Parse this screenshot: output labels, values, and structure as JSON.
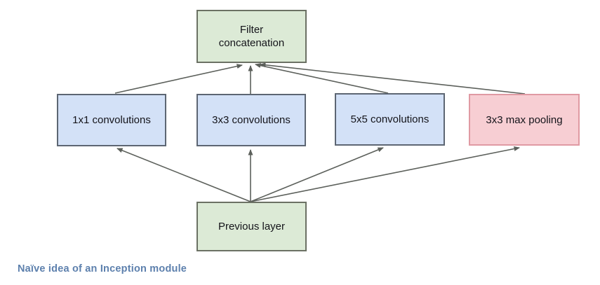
{
  "diagram": {
    "caption": "Naïve idea of an Inception module",
    "colors": {
      "background": "#ffffff",
      "arrow": "#5c605b",
      "caption": "#5d80ad",
      "green_fill": "#dcead6",
      "green_border": "#6b7164",
      "blue_fill": "#d3e1f7",
      "blue_border": "#5d6673",
      "pink_fill": "#f7ced3",
      "pink_border": "#e09aa3",
      "node_text": "#14141a"
    },
    "nodes": [
      {
        "id": "filter_concat",
        "label": "Filter\nconcatenation",
        "fill": "#dcead6",
        "border": "#6b7164"
      },
      {
        "id": "conv1x1",
        "label": "1x1 convolutions",
        "fill": "#d3e1f7",
        "border": "#5d6673"
      },
      {
        "id": "conv3x3",
        "label": "3x3 convolutions",
        "fill": "#d3e1f7",
        "border": "#5d6673"
      },
      {
        "id": "conv5x5",
        "label": "5x5 convolutions",
        "fill": "#d3e1f7",
        "border": "#5d6673"
      },
      {
        "id": "maxpool",
        "label": "3x3 max pooling",
        "fill": "#f7ced3",
        "border": "#e09aa3"
      },
      {
        "id": "previous",
        "label": "Previous layer",
        "fill": "#dcead6",
        "border": "#6b7164"
      }
    ],
    "edges": [
      {
        "from": "previous",
        "to": "conv1x1"
      },
      {
        "from": "previous",
        "to": "conv3x3"
      },
      {
        "from": "previous",
        "to": "conv5x5"
      },
      {
        "from": "previous",
        "to": "maxpool"
      },
      {
        "from": "conv1x1",
        "to": "filter_concat"
      },
      {
        "from": "conv3x3",
        "to": "filter_concat"
      },
      {
        "from": "conv5x5",
        "to": "filter_concat"
      },
      {
        "from": "maxpool",
        "to": "filter_concat"
      }
    ]
  }
}
